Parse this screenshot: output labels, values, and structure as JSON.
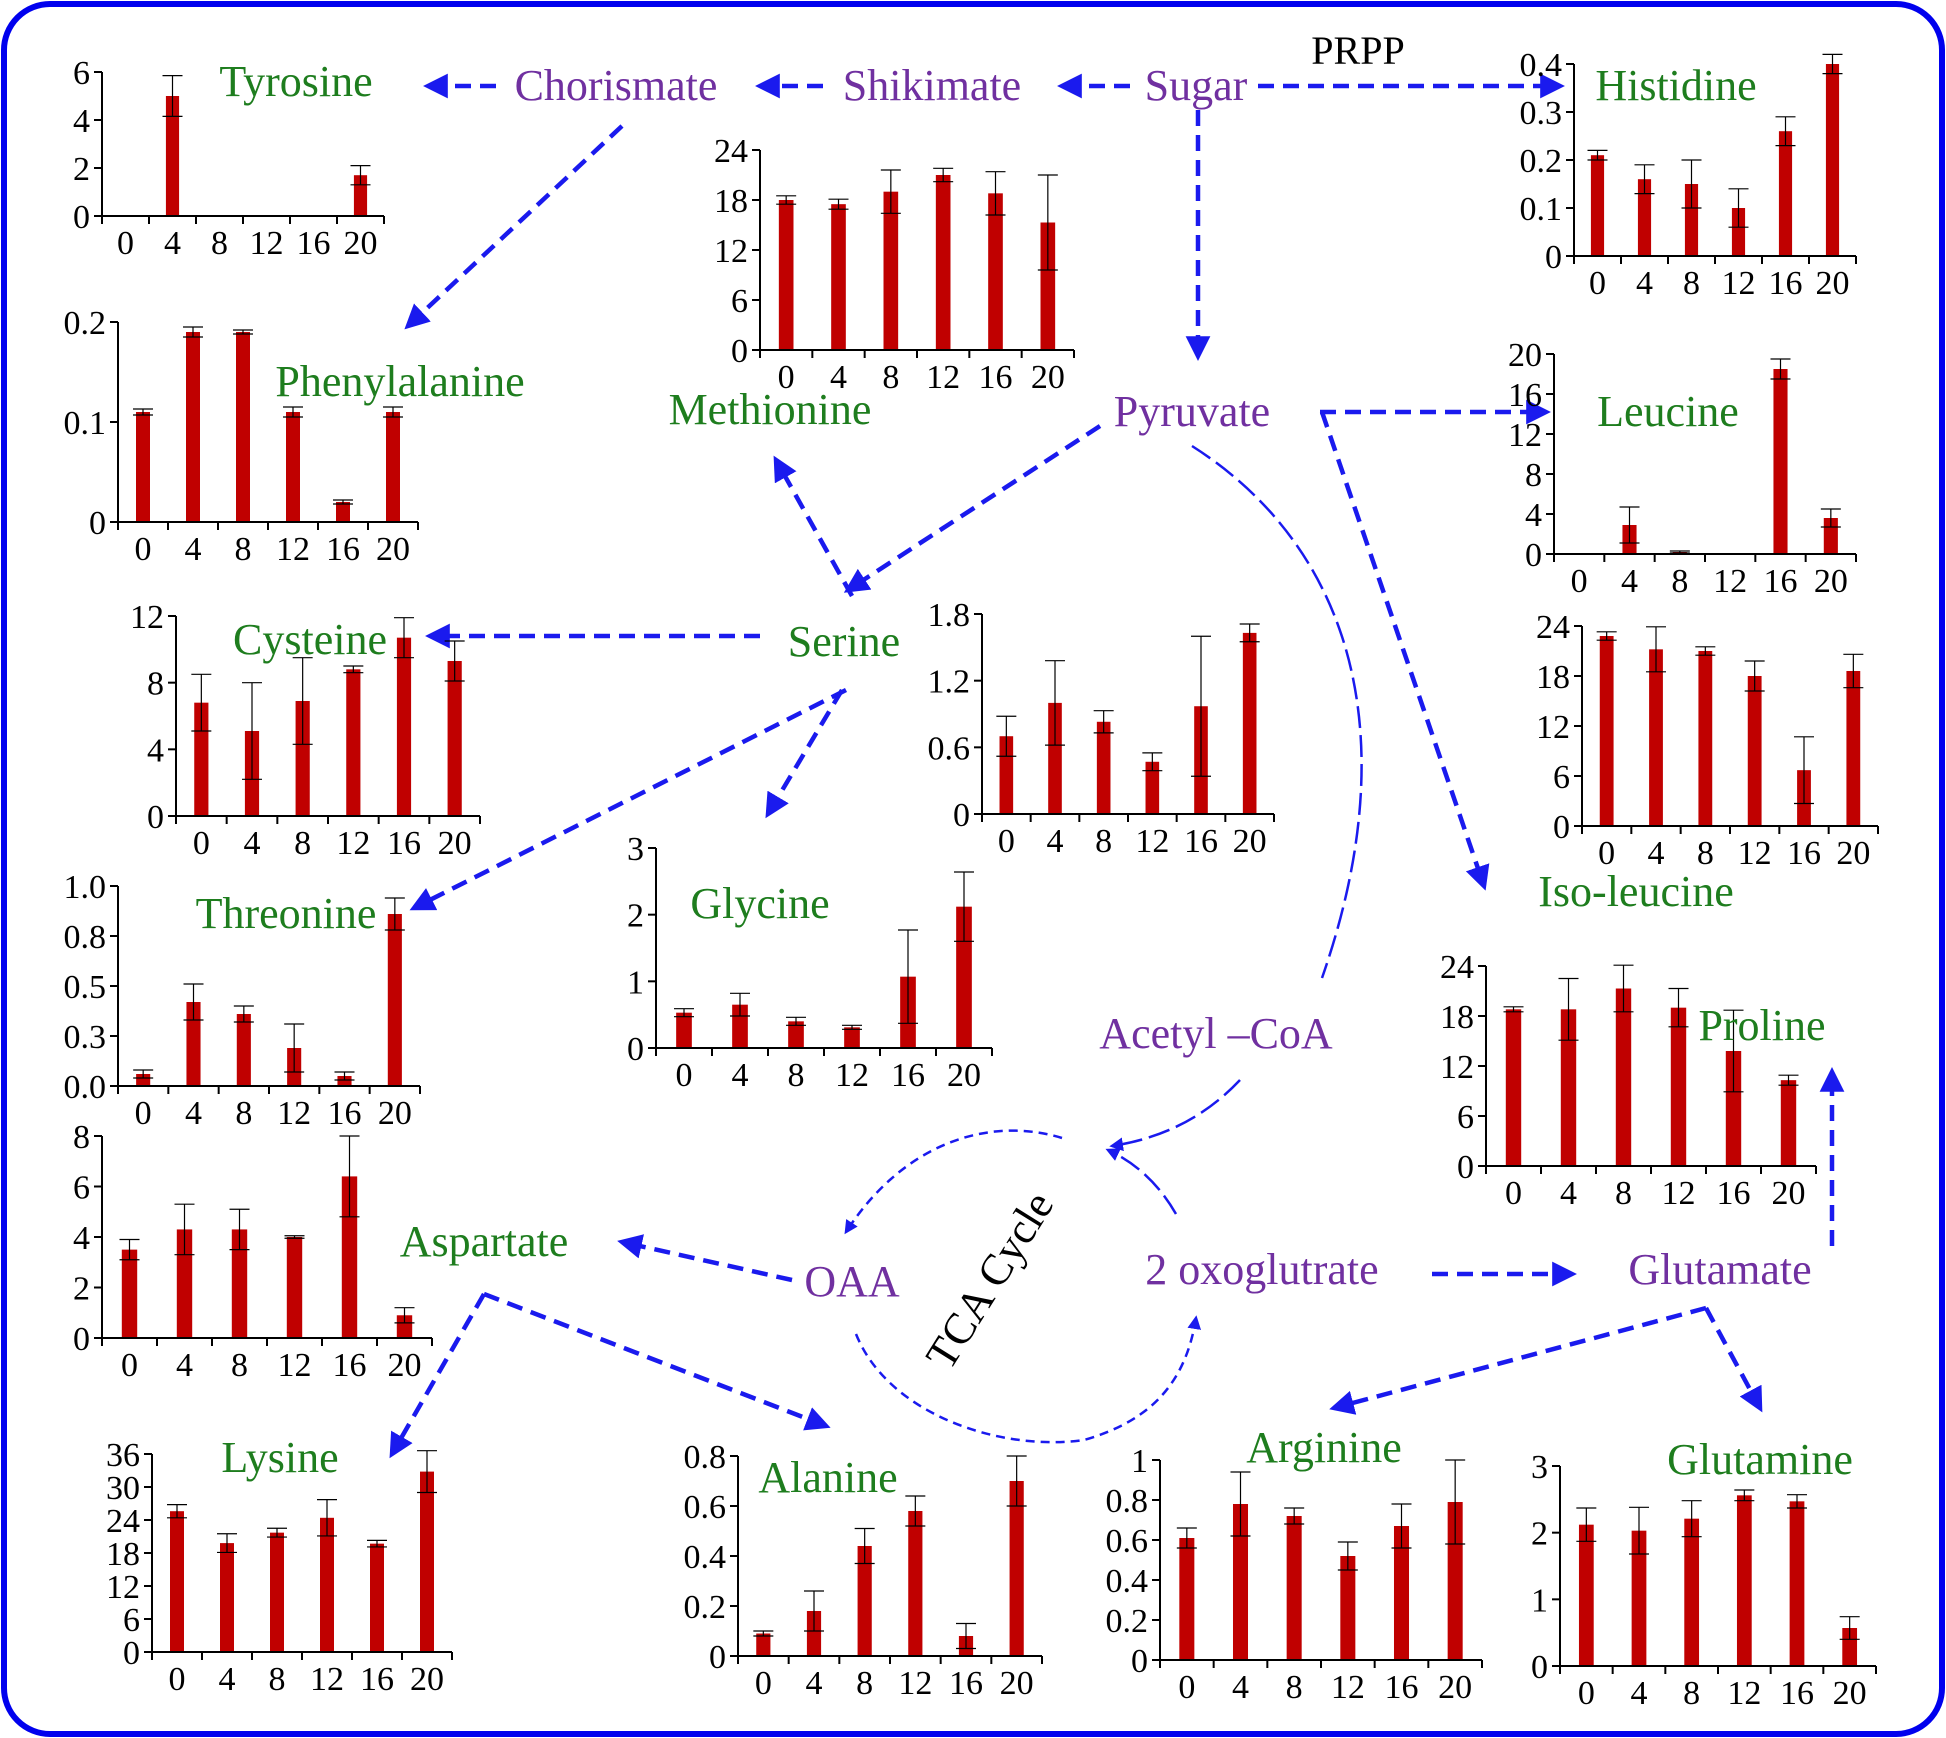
{
  "colors": {
    "frame": "#0000ee",
    "arrow": "#1a1aee",
    "bar": "#c00000",
    "precursor_label": "#7030a0",
    "amino_acid_label": "#1e7d1e"
  },
  "pathway_labels": {
    "sugar": "Sugar",
    "prpp": "PRPP",
    "shikimate": "Shikimate",
    "chorismate": "Chorismate",
    "pyruvate": "Pyruvate",
    "serine": "Serine",
    "acetyl_coa": "Acetyl –CoA",
    "oaa": "OAA",
    "tca_cycle": "TCA Cycle",
    "oxoglutarate": "2 oxoglutrate",
    "glutamate": "Glutamate"
  },
  "chart_data": [
    {
      "id": "tyrosine",
      "type": "bar",
      "label": "Tyrosine",
      "categories": [
        "0",
        "4",
        "8",
        "12",
        "16",
        "20"
      ],
      "values": [
        0,
        5.0,
        0,
        0,
        0,
        1.7
      ],
      "errors": [
        0,
        0.85,
        0,
        0,
        0,
        0.4
      ],
      "ylim": [
        0,
        6
      ],
      "yticks": [
        "0",
        "2",
        "4",
        "6"
      ]
    },
    {
      "id": "methionine",
      "type": "bar",
      "label": "Methionine",
      "categories": [
        "0",
        "4",
        "8",
        "12",
        "16",
        "20"
      ],
      "values": [
        18.0,
        17.5,
        19.0,
        21.0,
        18.8,
        15.3
      ],
      "errors": [
        0.5,
        0.6,
        2.6,
        0.8,
        2.6,
        5.7
      ],
      "ylim": [
        0,
        24
      ],
      "yticks": [
        "0",
        "6",
        "12",
        "18",
        "24"
      ]
    },
    {
      "id": "histidine",
      "type": "bar",
      "label": "Histidine",
      "categories": [
        "0",
        "4",
        "8",
        "12",
        "16",
        "20"
      ],
      "values": [
        0.21,
        0.16,
        0.15,
        0.1,
        0.26,
        0.4
      ],
      "errors": [
        0.01,
        0.03,
        0.05,
        0.04,
        0.03,
        0.02
      ],
      "ylim": [
        0,
        0.4
      ],
      "yticks": [
        "0",
        "0.1",
        "0.2",
        "0.3",
        "0.4"
      ]
    },
    {
      "id": "phenylalanine",
      "type": "bar",
      "label": "Phenylalanine",
      "categories": [
        "0",
        "4",
        "8",
        "12",
        "16",
        "20"
      ],
      "values": [
        0.11,
        0.19,
        0.19,
        0.11,
        0.02,
        0.11
      ],
      "errors": [
        0.003,
        0.005,
        0.002,
        0.005,
        0.002,
        0.005
      ],
      "ylim": [
        0,
        0.2
      ],
      "yticks": [
        "0",
        "0.1",
        "0.2"
      ]
    },
    {
      "id": "leucine",
      "type": "bar",
      "label": "Leucine",
      "categories": [
        "0",
        "4",
        "8",
        "12",
        "16",
        "20"
      ],
      "values": [
        0,
        2.9,
        0.2,
        0,
        18.5,
        3.6
      ],
      "errors": [
        0,
        1.8,
        0.1,
        0,
        1.0,
        0.9
      ],
      "ylim": [
        0,
        20
      ],
      "yticks": [
        "0",
        "4",
        "8",
        "12",
        "16",
        "20"
      ]
    },
    {
      "id": "cysteine",
      "type": "bar",
      "label": "Cysteine",
      "categories": [
        "0",
        "4",
        "8",
        "12",
        "16",
        "20"
      ],
      "values": [
        6.8,
        5.1,
        6.9,
        8.8,
        10.7,
        9.3
      ],
      "errors": [
        1.7,
        2.9,
        2.6,
        0.2,
        1.2,
        1.2
      ],
      "ylim": [
        0,
        12
      ],
      "yticks": [
        "0",
        "4",
        "8",
        "12"
      ]
    },
    {
      "id": "serine",
      "type": "bar",
      "label": "Serine",
      "categories": [
        "0",
        "4",
        "8",
        "12",
        "16",
        "20"
      ],
      "values": [
        0.7,
        1.0,
        0.83,
        0.47,
        0.97,
        1.63
      ],
      "errors": [
        0.18,
        0.38,
        0.1,
        0.08,
        0.63,
        0.08
      ],
      "ylim": [
        0,
        1.8
      ],
      "yticks": [
        "0",
        "0.6",
        "1.2",
        "1.8"
      ]
    },
    {
      "id": "isoleucine",
      "type": "bar",
      "label": "Iso-leucine",
      "categories": [
        "0",
        "4",
        "8",
        "12",
        "16",
        "20"
      ],
      "values": [
        22.8,
        21.2,
        21.0,
        18.0,
        6.7,
        18.6
      ],
      "errors": [
        0.5,
        2.7,
        0.5,
        1.8,
        4.0,
        2.0
      ],
      "ylim": [
        0,
        24
      ],
      "yticks": [
        "0",
        "6",
        "12",
        "18",
        "24"
      ]
    },
    {
      "id": "threonine",
      "type": "bar",
      "label": "Threonine",
      "categories": [
        "0",
        "4",
        "8",
        "12",
        "16",
        "20"
      ],
      "values": [
        0.06,
        0.42,
        0.36,
        0.19,
        0.05,
        0.86
      ],
      "errors": [
        0.02,
        0.09,
        0.04,
        0.12,
        0.02,
        0.08
      ],
      "ylim": [
        0,
        1.0
      ],
      "yticks": [
        "0.0",
        "0.3",
        "0.5",
        "0.8",
        "1.0"
      ]
    },
    {
      "id": "glycine",
      "type": "bar",
      "label": "Glycine",
      "categories": [
        "0",
        "4",
        "8",
        "12",
        "16",
        "20"
      ],
      "values": [
        0.53,
        0.65,
        0.4,
        0.31,
        1.07,
        2.12
      ],
      "errors": [
        0.06,
        0.17,
        0.06,
        0.03,
        0.7,
        0.52
      ],
      "ylim": [
        0,
        3
      ],
      "yticks": [
        "0",
        "1",
        "2",
        "3"
      ]
    },
    {
      "id": "proline",
      "type": "bar",
      "label": "Proline",
      "categories": [
        "0",
        "4",
        "8",
        "12",
        "16",
        "20"
      ],
      "values": [
        18.8,
        18.8,
        21.3,
        19.0,
        13.8,
        10.3
      ],
      "errors": [
        0.3,
        3.7,
        2.8,
        2.3,
        4.9,
        0.6
      ],
      "ylim": [
        0,
        24
      ],
      "yticks": [
        "0",
        "6",
        "12",
        "18",
        "24"
      ]
    },
    {
      "id": "aspartate",
      "type": "bar",
      "label": "Aspartate",
      "categories": [
        "0",
        "4",
        "8",
        "12",
        "16",
        "20"
      ],
      "values": [
        3.5,
        4.3,
        4.3,
        4.0,
        6.4,
        0.9
      ],
      "errors": [
        0.4,
        1.0,
        0.8,
        0.05,
        1.6,
        0.3
      ],
      "ylim": [
        0,
        8
      ],
      "yticks": [
        "0",
        "2",
        "4",
        "6",
        "8"
      ]
    },
    {
      "id": "lysine",
      "type": "bar",
      "label": "Lysine",
      "categories": [
        "0",
        "4",
        "8",
        "12",
        "16",
        "20"
      ],
      "values": [
        25.6,
        19.8,
        21.7,
        24.4,
        19.7,
        32.8
      ],
      "errors": [
        1.2,
        1.7,
        0.8,
        3.3,
        0.6,
        3.8
      ],
      "ylim": [
        0,
        36
      ],
      "yticks": [
        "0",
        "6",
        "12",
        "18",
        "24",
        "30",
        "36"
      ]
    },
    {
      "id": "alanine",
      "type": "bar",
      "label": "Alanine",
      "categories": [
        "0",
        "4",
        "8",
        "12",
        "16",
        "20"
      ],
      "values": [
        0.09,
        0.18,
        0.44,
        0.58,
        0.08,
        0.7
      ],
      "errors": [
        0.01,
        0.08,
        0.07,
        0.06,
        0.05,
        0.1
      ],
      "ylim": [
        0,
        0.8
      ],
      "yticks": [
        "0",
        "0.2",
        "0.4",
        "0.6",
        "0.8"
      ]
    },
    {
      "id": "arginine",
      "type": "bar",
      "label": "Arginine",
      "categories": [
        "0",
        "4",
        "8",
        "12",
        "16",
        "20"
      ],
      "values": [
        0.61,
        0.78,
        0.72,
        0.52,
        0.67,
        0.79
      ],
      "errors": [
        0.05,
        0.16,
        0.04,
        0.07,
        0.11,
        0.21
      ],
      "ylim": [
        0,
        1
      ],
      "yticks": [
        "0",
        "0.2",
        "0.4",
        "0.6",
        "0.8",
        "1"
      ]
    },
    {
      "id": "glutamine",
      "type": "bar",
      "label": "Glutamine",
      "categories": [
        "0",
        "4",
        "8",
        "12",
        "16",
        "20"
      ],
      "values": [
        2.12,
        2.03,
        2.21,
        2.56,
        2.47,
        0.57
      ],
      "errors": [
        0.25,
        0.35,
        0.27,
        0.08,
        0.1,
        0.17
      ],
      "ylim": [
        0,
        3
      ],
      "yticks": [
        "0",
        "1",
        "2",
        "3"
      ]
    }
  ]
}
